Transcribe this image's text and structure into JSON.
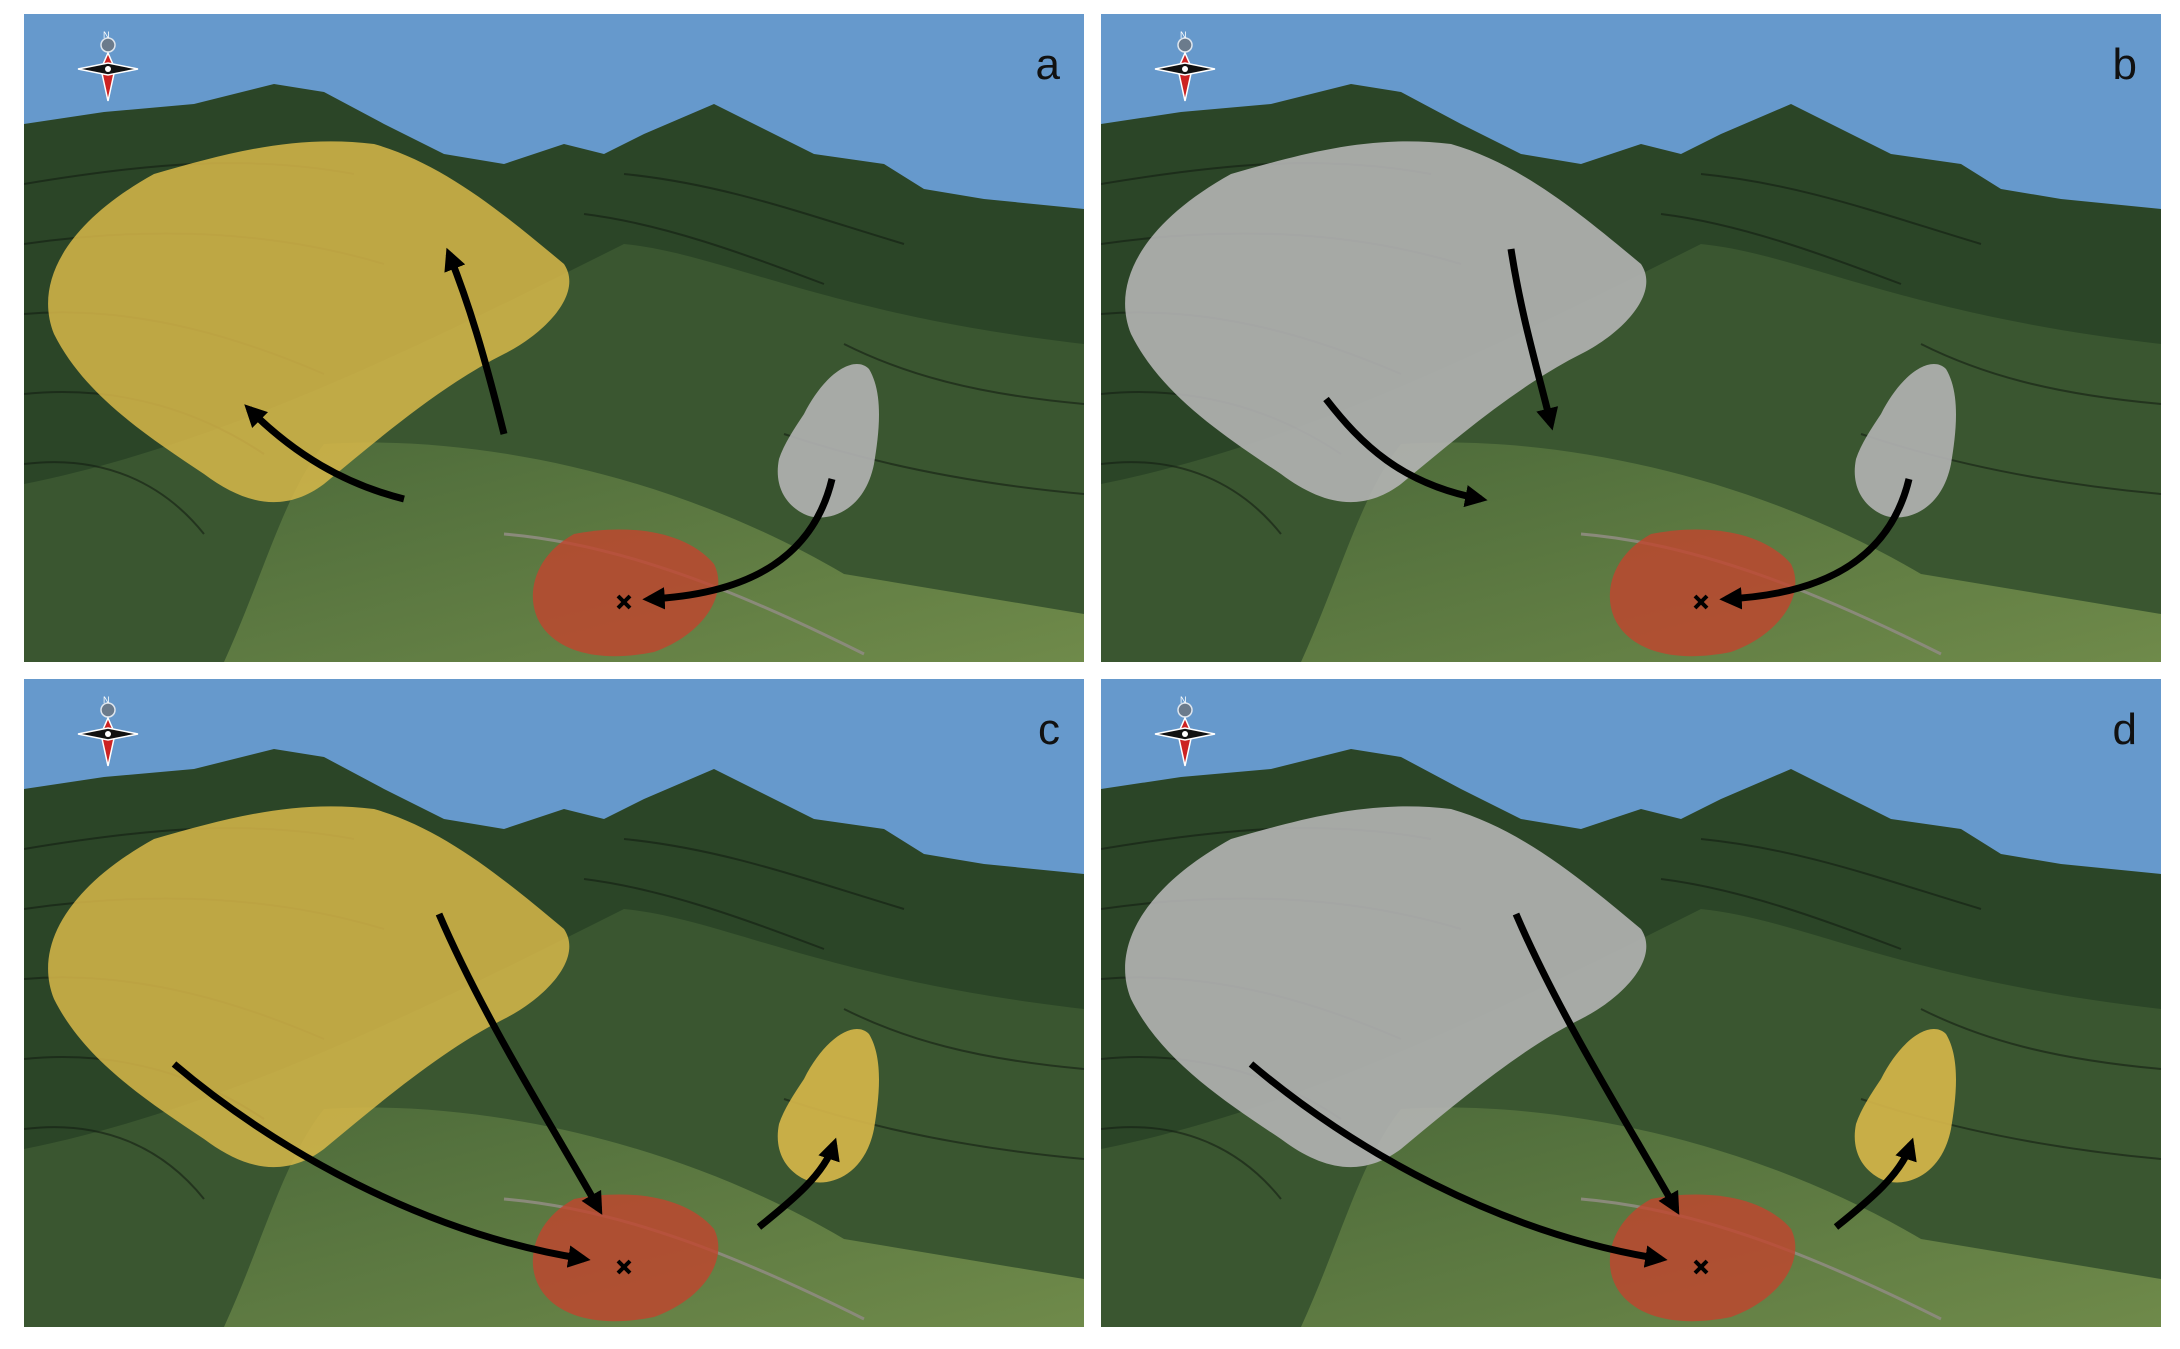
{
  "compass": {
    "north_label": "N",
    "icon": "compass-rose-icon"
  },
  "colors": {
    "sky": "#6699cc",
    "forest": "#2e4a2a",
    "yellow_zone": "#d8b84a",
    "grey_zone": "#b4b4b4",
    "red_zone": "#c0452e",
    "arrow": "#000000"
  },
  "panels": [
    {
      "id": "a",
      "label": "a",
      "big_zone": "yellow",
      "small_zone": "grey"
    },
    {
      "id": "b",
      "label": "b",
      "big_zone": "grey",
      "small_zone": "grey"
    },
    {
      "id": "c",
      "label": "c",
      "big_zone": "yellow",
      "small_zone": "yellow"
    },
    {
      "id": "d",
      "label": "d",
      "big_zone": "grey",
      "small_zone": "yellow"
    }
  ]
}
